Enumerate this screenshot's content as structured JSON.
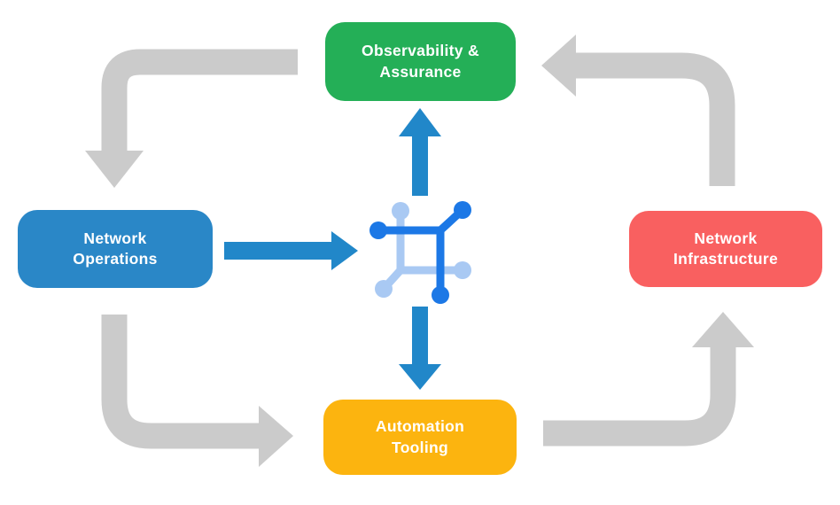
{
  "canvas": {
    "background": "#FFFFFF"
  },
  "nodes": {
    "observability": {
      "label": "Observability &\nAssurance",
      "color": "#24AF57",
      "text_color": "#FFFFFF"
    },
    "operations": {
      "label": "Network\nOperations",
      "color": "#2A87C7",
      "text_color": "#FFFFFF"
    },
    "infrastructure": {
      "label": "Network\nInfrastructure",
      "color": "#F96060",
      "text_color": "#FFFFFF"
    },
    "tooling": {
      "label": "Automation\nTooling",
      "color": "#FCB40F",
      "text_color": "#FFFFFF"
    }
  },
  "arrows": {
    "cycle_color": "#CBCBCB",
    "core_color": "#2187C9"
  },
  "core_icon": {
    "name": "network-automation-icon",
    "dark_color": "#1C78E6",
    "light_color": "#A9C9F3"
  }
}
